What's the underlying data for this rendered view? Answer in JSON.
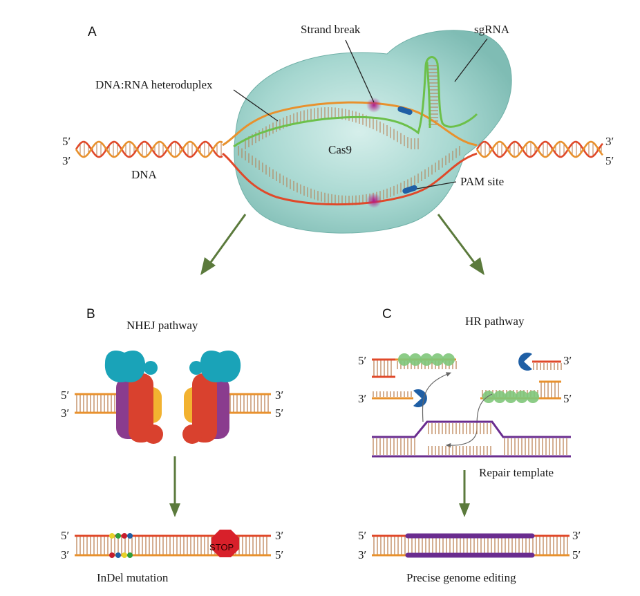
{
  "panels": {
    "a": "A",
    "b": "B",
    "c": "C"
  },
  "panel_a": {
    "strand_break": "Strand break",
    "sgrna": "sgRNA",
    "heteroduplex": "DNA:RNA heteroduplex",
    "cas9": "Cas9",
    "dna": "DNA",
    "pam_site": "PAM site",
    "left_top_end": "5′",
    "left_bottom_end": "3′",
    "right_top_end": "3′",
    "right_bottom_end": "5′"
  },
  "panel_b": {
    "title": "NHEJ pathway",
    "top_left_end": "5′",
    "bottom_left_end": "3′",
    "top_right_end": "3′",
    "bottom_right_end": "5′",
    "result_top_left": "5′",
    "result_bottom_left": "3′",
    "result_top_right": "3′",
    "result_bottom_right": "5′",
    "stop": "STOP",
    "result_label": "InDel mutation"
  },
  "panel_c": {
    "title": "HR pathway",
    "strand1_left": "5′",
    "strand1_right": "3′",
    "strand2_left": "3′",
    "strand2_right": "5′",
    "template_label": "Repair template",
    "result_top_left": "5′",
    "result_bottom_left": "3′",
    "result_top_right": "3′",
    "result_bottom_right": "5′",
    "result_label": "Precise genome editing"
  },
  "colors": {
    "dna_orange": "#e8912d",
    "dna_red": "#e0492a",
    "rung": "#b7794a",
    "rna_green": "#6cc04a",
    "cas9_teal": "#9fd3cc",
    "pam_blue": "#1f5fa5",
    "arrow_green": "#5b7a3c",
    "template_purple": "#6a2c8f",
    "ku_teal": "#1aa3b8",
    "ku_red": "#d9412e",
    "ku_purple": "#8a3c8e",
    "ku_yellow": "#f2b230",
    "stop_red": "#d8202a"
  },
  "icons": [
    "cas9-protein",
    "nhej-complex-icon",
    "exonuclease-icon",
    "stop-sign-icon"
  ]
}
